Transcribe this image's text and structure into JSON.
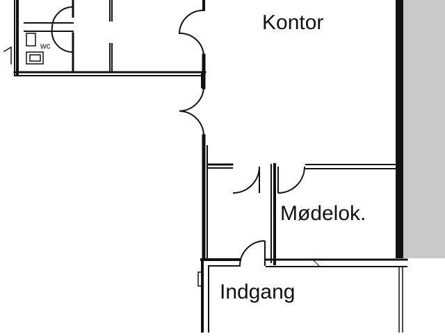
{
  "rooms": {
    "kontor": "Kontor",
    "modelok": "Mødelok.",
    "indgang": "Indgang",
    "wc": "wc"
  },
  "colors": {
    "wall": "#111111",
    "right_area_fill": "#c9c9c9",
    "background": "#ffffff"
  }
}
